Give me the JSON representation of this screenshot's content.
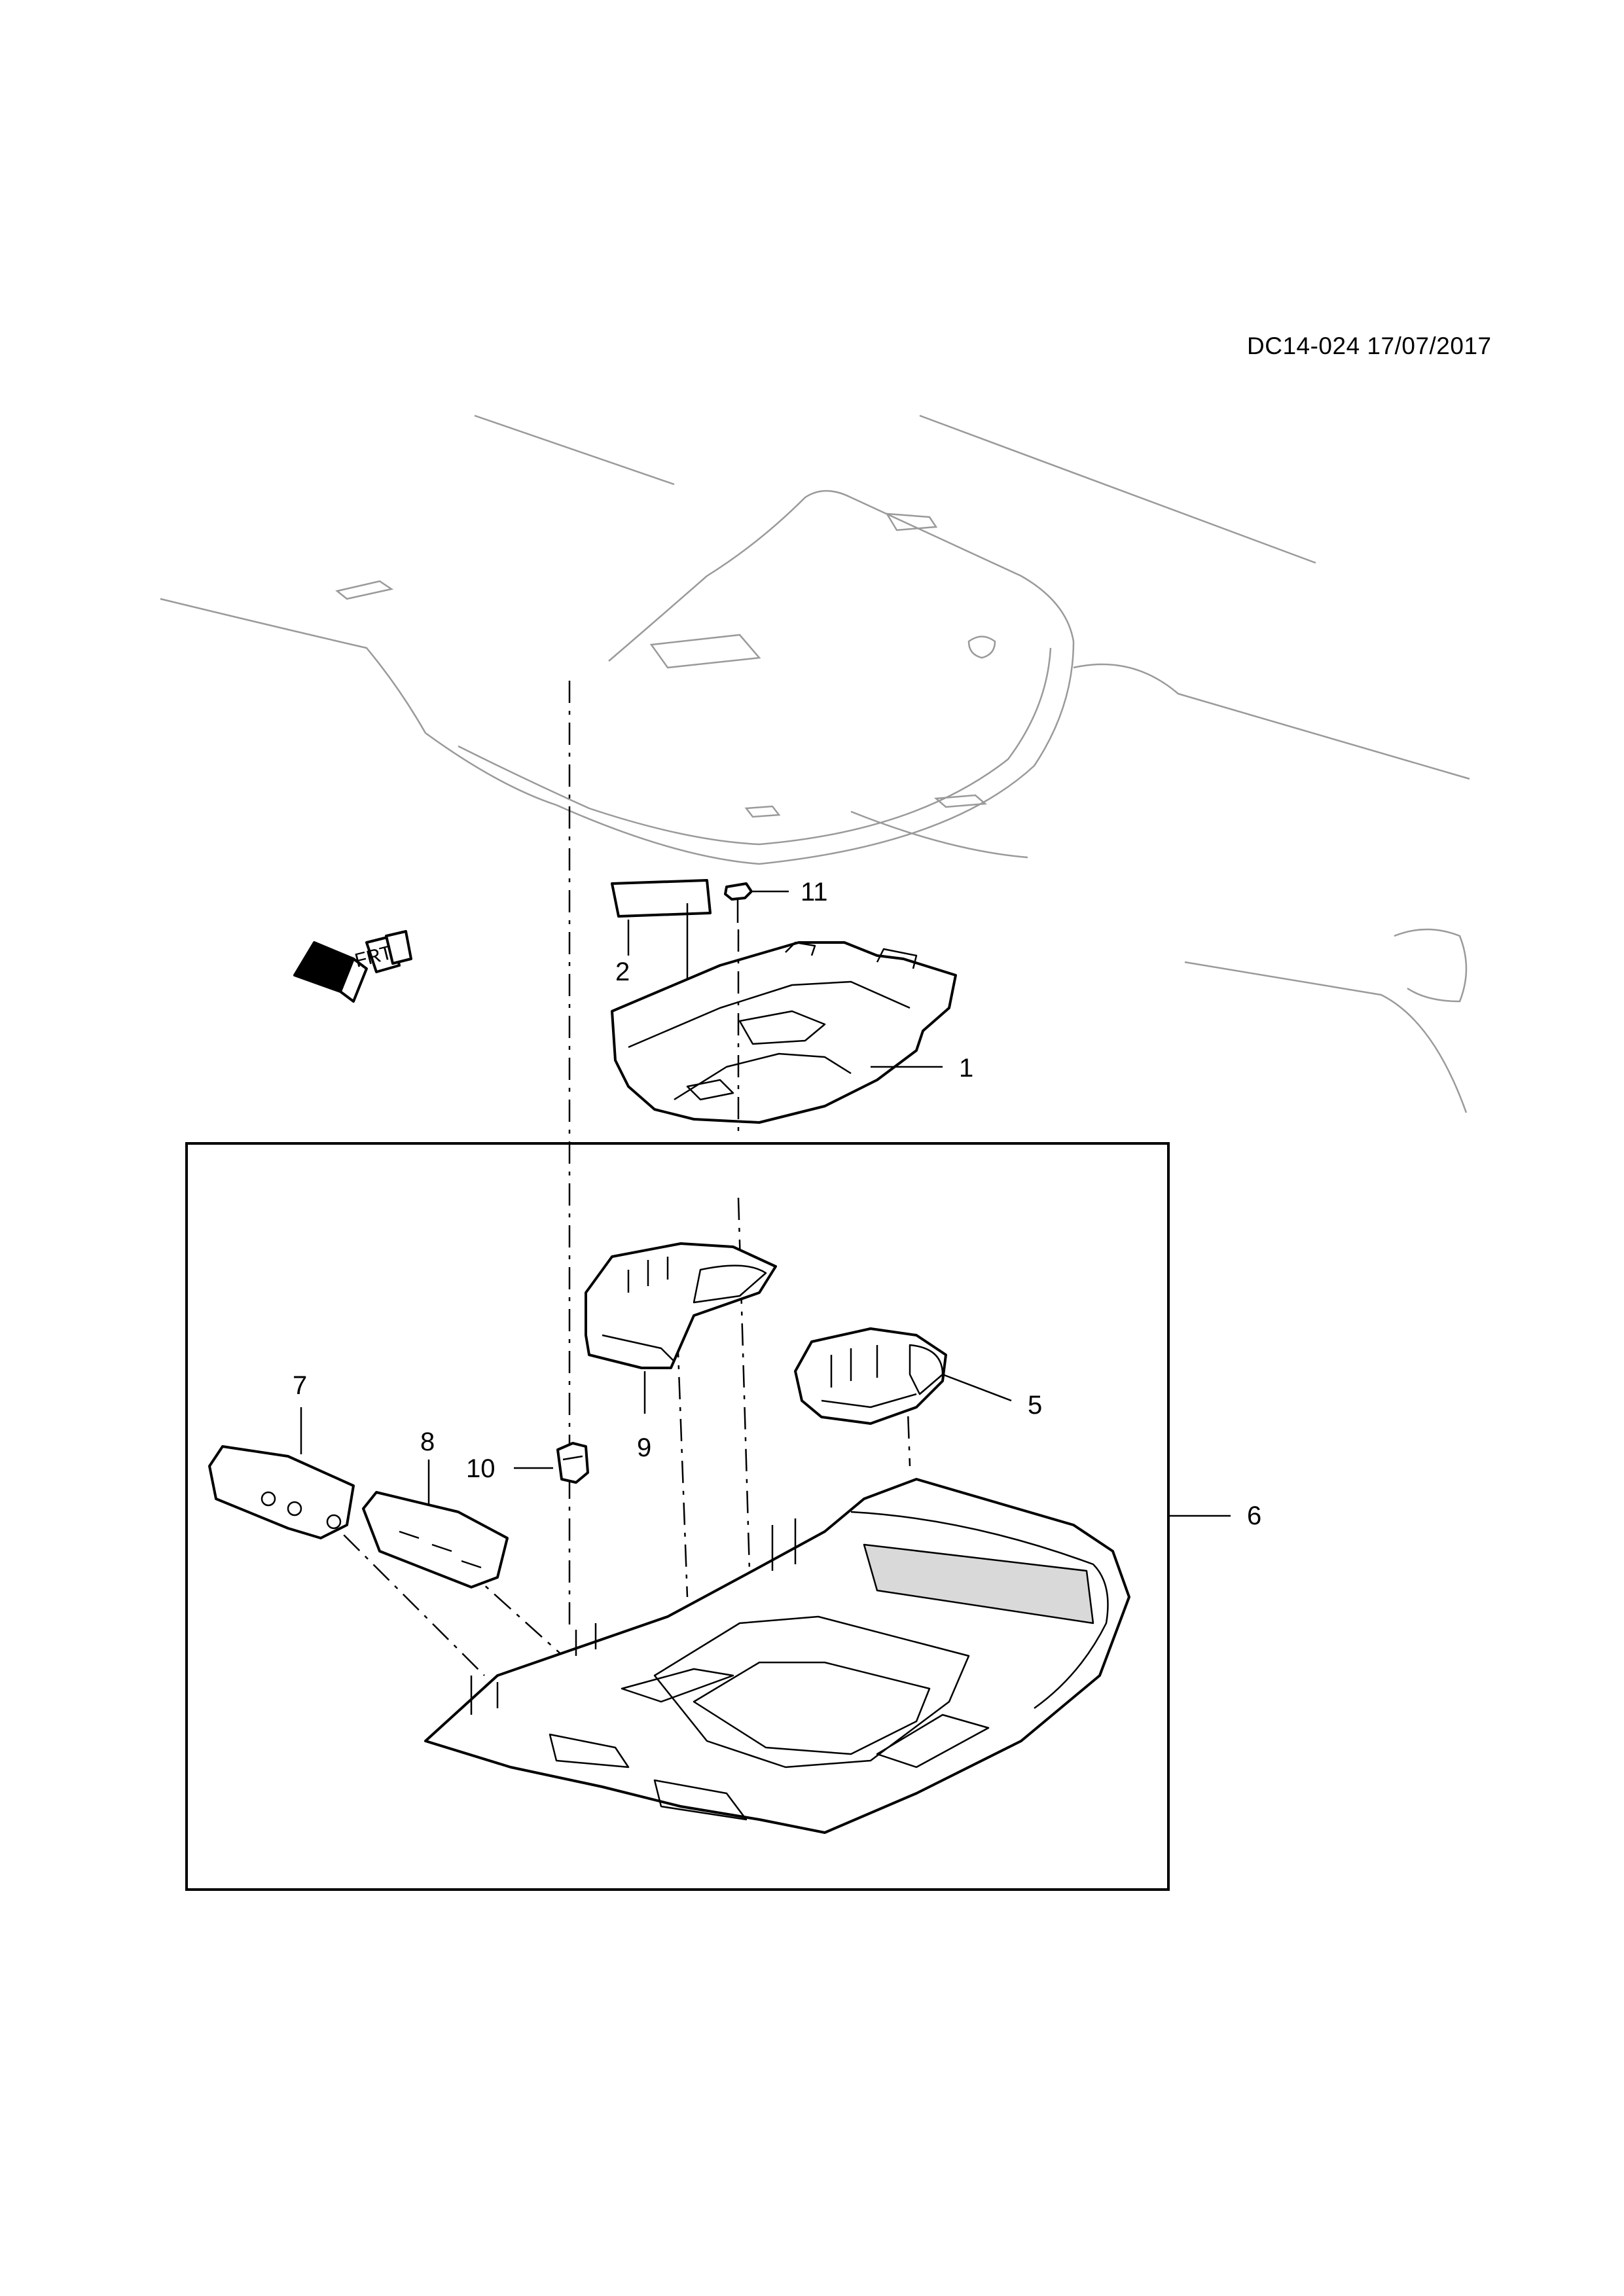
{
  "header": {
    "reference": "DC14-024 17/07/2017"
  },
  "orientation_label": "FRT",
  "callouts": {
    "c1": "1",
    "c2": "2",
    "c5": "5",
    "c6": "6",
    "c7": "7",
    "c8": "8",
    "c9": "9",
    "c10": "10",
    "c11": "11"
  }
}
